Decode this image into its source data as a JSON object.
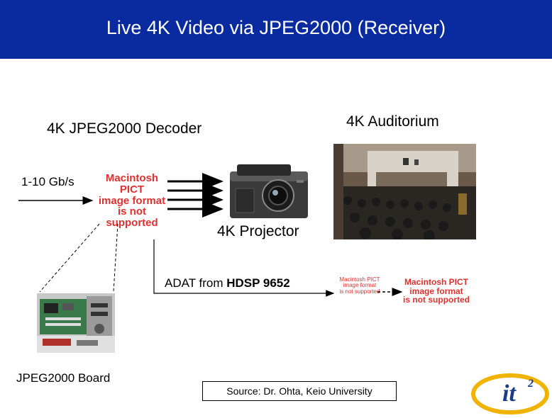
{
  "slide": {
    "title": "Live 4K Video via JPEG2000 (Receiver)",
    "decoder_label": "4K JPEG2000 Decoder",
    "auditorium_label": "4K Auditorium",
    "bandwidth_label": "1-10 Gb/s",
    "projector_label": "4K Projector",
    "adat_prefix": "ADAT from ",
    "adat_device": "HDSP 9652",
    "board_label": "JPEG2000 Board",
    "source": "Source: Dr. Ohta, Keio University",
    "pict_placeholder": {
      "line1": "Macintosh PICT",
      "line2": "image format",
      "line3": "is not supported"
    },
    "logo_text": "it",
    "logo_superscript": "2"
  },
  "colors": {
    "title_bar": "#0a2aa0",
    "pict_text": "#e03030",
    "logo_blue": "#1a3a8a",
    "logo_gold": "#f0b400"
  }
}
